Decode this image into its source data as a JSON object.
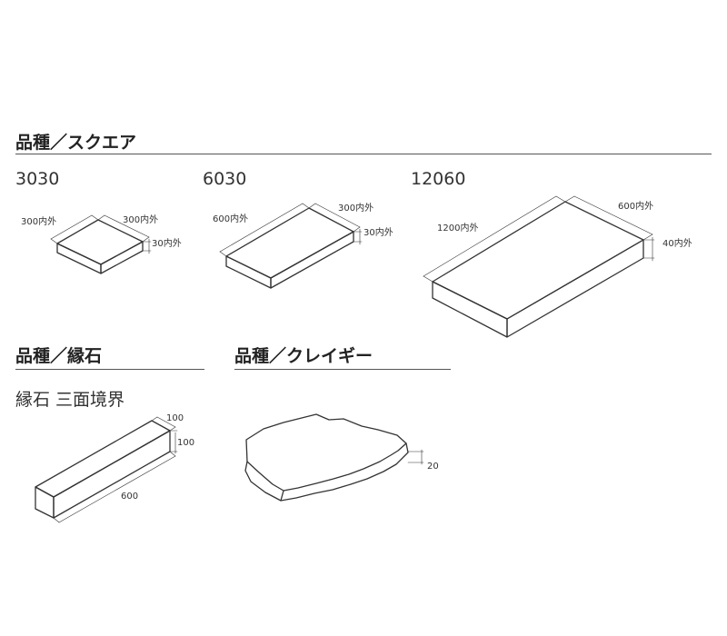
{
  "sections": {
    "square": {
      "heading": "品種／スクエア",
      "items": [
        {
          "model": "3030",
          "dims": {
            "length": "300内外",
            "width": "300内外",
            "thickness": "30内外"
          }
        },
        {
          "model": "6030",
          "dims": {
            "length": "600内外",
            "width": "300内外",
            "thickness": "30内外"
          }
        },
        {
          "model": "12060",
          "dims": {
            "length": "1200内外",
            "width": "600内外",
            "thickness": "40内外"
          }
        }
      ]
    },
    "curb": {
      "heading": "品種／縁石",
      "model": "縁石 三面境界",
      "dims": {
        "width": "100",
        "height": "100",
        "length": "600"
      }
    },
    "crazy": {
      "heading": "品種／クレイギー",
      "dims": {
        "thickness": "20"
      }
    }
  },
  "colors": {
    "line": "#333333",
    "rule": "#555555",
    "text": "#333333"
  }
}
